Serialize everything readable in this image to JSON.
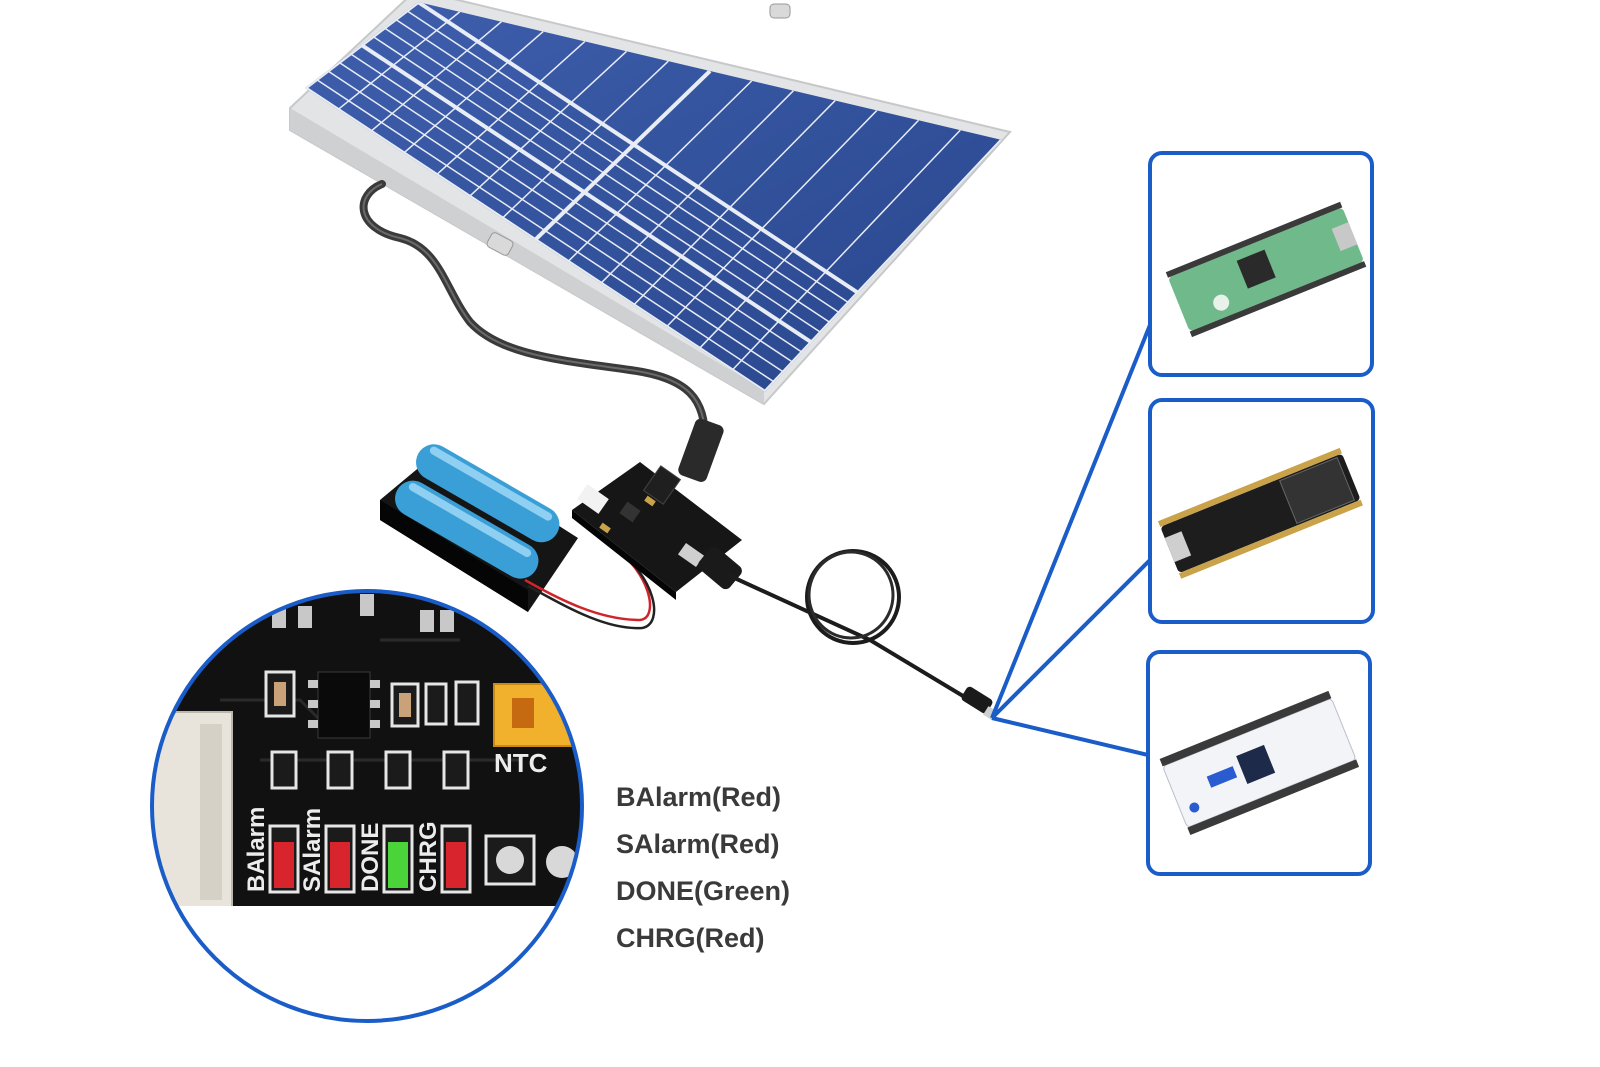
{
  "colors": {
    "callout_blue": "#1a5cc8",
    "panel_cell": "#2f4f9a",
    "pcb": "#121212",
    "led_red": "#d8242c",
    "led_green": "#4bd43a",
    "battery": "#3a9fd6",
    "legend_text": "#3a3a3a"
  },
  "zoom": {
    "led_labels": [
      "BAlarm",
      "SAlarm",
      "DONE",
      "CHRG"
    ],
    "connector_label": "NTC"
  },
  "legend": [
    {
      "text": "BAlarm(Red)"
    },
    {
      "text": "SAlarm(Red)"
    },
    {
      "text": "DONE(Green)"
    },
    {
      "text": "CHRG(Red)"
    }
  ],
  "devices": [
    {
      "icon": "raspberry-pi-pico-board-icon"
    },
    {
      "icon": "esp32-board-icon"
    },
    {
      "icon": "stm32-nucleo-board-icon"
    }
  ]
}
